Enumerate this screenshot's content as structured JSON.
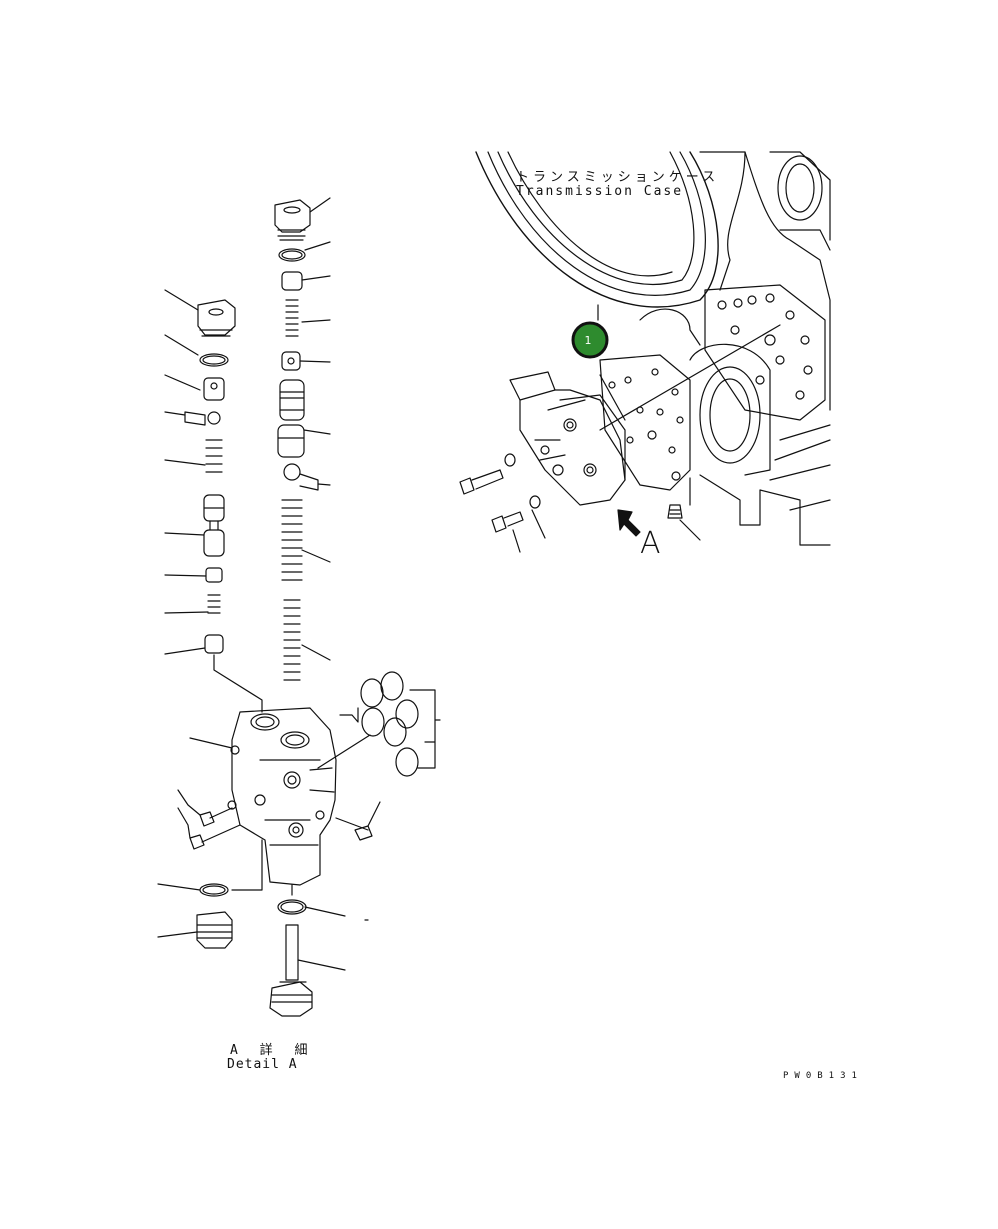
{
  "labels": {
    "case_jp": "トランスミッションケース",
    "case_en": "Transmission Case",
    "view_letter": "A",
    "detail_jp": "A 詳 細",
    "detail_en": "Detail A",
    "drawing_code": "PW0B131"
  },
  "callout": {
    "number": "1",
    "fill_color": "#2e8b2e"
  },
  "colors": {
    "line": "#111111",
    "background": "#ffffff"
  }
}
